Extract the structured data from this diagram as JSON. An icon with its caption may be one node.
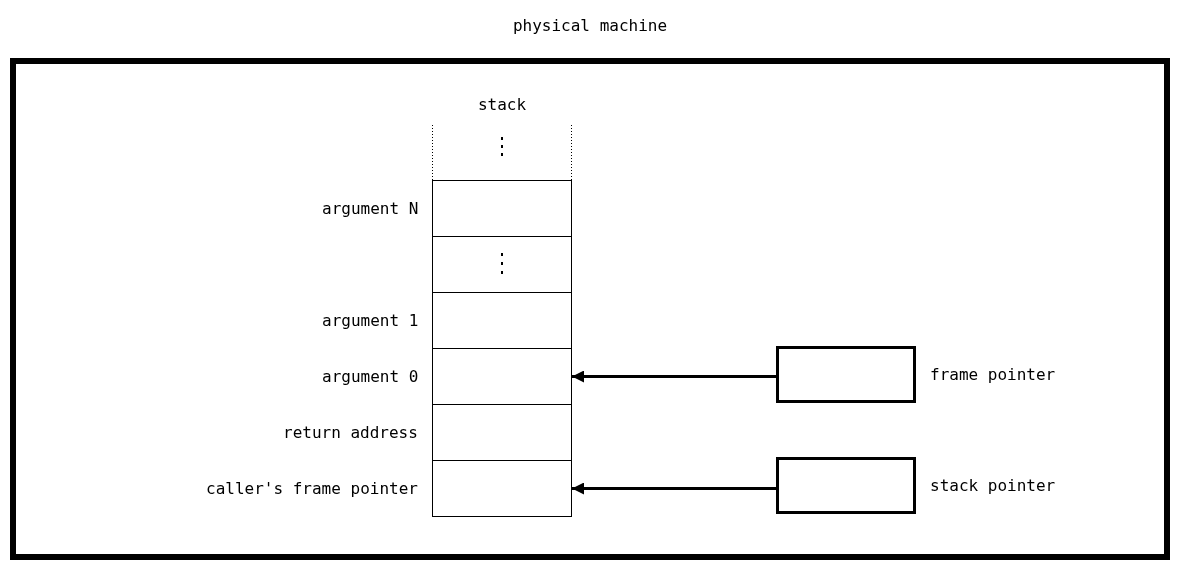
{
  "diagram": {
    "nodes": [
      {
        "text": [
          "physical machine"
        ]
      },
      {
        "text": [
          "stack"
        ],
        "in": 0
      },
      {
        "text": [],
        "shape": "box",
        "in": 0,
        "beside": [
          "argument N"
        ]
      },
      {
        "text": [],
        "shape": "box",
        "in": 0
      },
      {
        "text": [],
        "shape": "box",
        "in": 0,
        "beside": [
          "argument 1"
        ]
      },
      {
        "text": [],
        "shape": "box",
        "in": 0,
        "beside": [
          "argument 0"
        ]
      },
      {
        "text": [],
        "shape": "box",
        "in": 0,
        "beside": [
          "return address"
        ]
      },
      {
        "text": [],
        "shape": "box",
        "in": 0,
        "beside": [
          "caller's frame pointer"
        ]
      },
      {
        "text": [],
        "shape": "box",
        "in": 0,
        "beside": [
          "frame pointer"
        ]
      },
      {
        "text": [],
        "shape": "box",
        "in": 0,
        "beside": [
          "stack pointer"
        ]
      }
    ],
    "edges": [
      {
        "from": 8,
        "to": 5,
        "arrow": "to"
      },
      {
        "from": 9,
        "to": 7,
        "arrow": "to"
      }
    ]
  }
}
